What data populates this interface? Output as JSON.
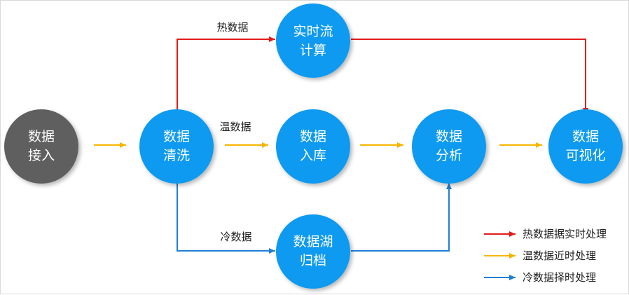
{
  "nodes": {
    "ingest": {
      "line1": "数据",
      "line2": "接入",
      "color": "#5f5f5f"
    },
    "clean": {
      "line1": "数据",
      "line2": "清洗",
      "color": "#0b9af0"
    },
    "stream": {
      "line1": "实时流",
      "line2": "计算",
      "color": "#0b9af0"
    },
    "warehouse": {
      "line1": "数据",
      "line2": "入库",
      "color": "#0b9af0"
    },
    "lake": {
      "line1": "数据湖",
      "line2": "归档",
      "color": "#0b9af0"
    },
    "analysis": {
      "line1": "数据",
      "line2": "分析",
      "color": "#0b9af0"
    },
    "visual": {
      "line1": "数据",
      "line2": "可视化",
      "color": "#0b9af0"
    }
  },
  "edge_labels": {
    "hot": "热数据",
    "warm": "温数据",
    "cold": "冷数据"
  },
  "legend": [
    {
      "label": "热数据据实时处理",
      "color": "#e21b1b"
    },
    {
      "label": "温数据近时处理",
      "color": "#f7b500"
    },
    {
      "label": "冷数据择时处理",
      "color": "#1f7fd6"
    }
  ],
  "colors": {
    "hot": "#e21b1b",
    "warm": "#f7b500",
    "cold": "#1f7fd6"
  }
}
